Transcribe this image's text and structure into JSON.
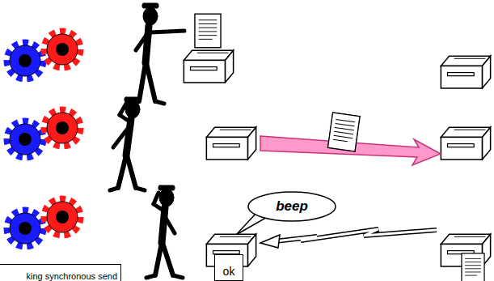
{
  "diagram": {
    "nodes": [
      {
        "text": [
          "beep"
        ]
      },
      {
        "text": [
          "ok"
        ]
      },
      {
        "text": [
          "king synchronous send"
        ]
      }
    ],
    "labels": []
  }
}
